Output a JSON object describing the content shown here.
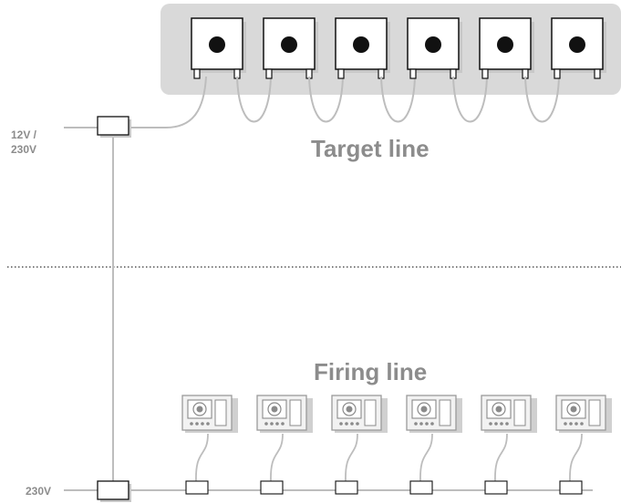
{
  "labels": {
    "target_supply": [
      "12V /",
      "230V"
    ],
    "target_line": "Target line",
    "firing_line": "Firing line",
    "firing_supply": "230V"
  },
  "targets": [
    {
      "id": "target-1"
    },
    {
      "id": "target-2"
    },
    {
      "id": "target-3"
    },
    {
      "id": "target-4"
    },
    {
      "id": "target-5"
    },
    {
      "id": "target-6"
    }
  ],
  "firing_units": [
    {
      "id": "firing-unit-1"
    },
    {
      "id": "firing-unit-2"
    },
    {
      "id": "firing-unit-3"
    },
    {
      "id": "firing-unit-4"
    },
    {
      "id": "firing-unit-5"
    },
    {
      "id": "firing-unit-6"
    }
  ],
  "colors": {
    "wire": "#bdbdbd",
    "panel": "#d9d9d9",
    "label": "#8c8c8c",
    "outline": "#111111",
    "shadow": "#c8c8c8"
  }
}
